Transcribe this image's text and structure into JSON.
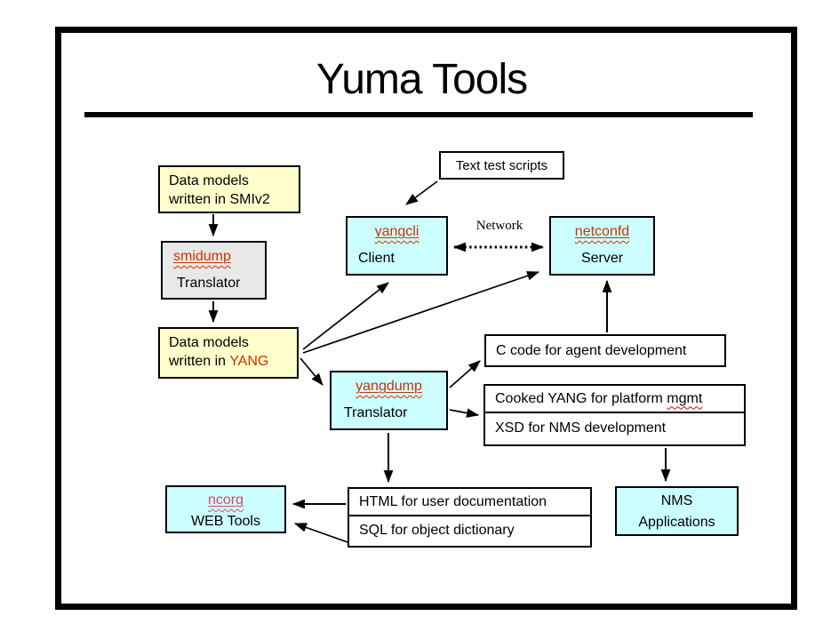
{
  "title": "Yuma Tools",
  "colors": {
    "border": "#000000",
    "box_yellow": "#ffffcc",
    "box_gray": "#e8e8e8",
    "box_cyan": "#ccffff",
    "box_white": "#ffffff",
    "link_red": "#cc3300",
    "link_pink": "#d94868",
    "spellcheck_wave": "#dd0000"
  },
  "nodes": {
    "smiv2": {
      "line1": "Data models",
      "line2": "written in SMIv2"
    },
    "smidump": {
      "name": "smidump",
      "role": "Translator"
    },
    "yang": {
      "line1": "Data models",
      "line2_prefix": "written in ",
      "line2_word": "YANG"
    },
    "test_scripts": {
      "label": "Text test scripts"
    },
    "yangcli": {
      "name": "yangcli",
      "role": "Client"
    },
    "network": {
      "label": "Network"
    },
    "netconfd": {
      "name": "netconfd",
      "role": "Server"
    },
    "yangdump": {
      "name": "yangdump",
      "role": "Translator"
    },
    "c_code": {
      "label": "C code for agent development"
    },
    "cooked_yang": {
      "prefix": "Cooked YANG for platform ",
      "misspelled_word": "mgmt"
    },
    "xsd": {
      "label": "XSD for NMS development"
    },
    "html_doc": {
      "label": "HTML for user documentation"
    },
    "sql": {
      "label": "SQL for object dictionary"
    },
    "ncorg": {
      "name": "ncorg",
      "role": "WEB Tools"
    },
    "nms": {
      "line1": "NMS",
      "line2": "Applications"
    }
  },
  "edges": [
    {
      "from": "data-models-smiv2",
      "to": "smidump",
      "style": "arrow"
    },
    {
      "from": "smidump",
      "to": "data-models-yang",
      "style": "arrow"
    },
    {
      "from": "data-models-yang",
      "to": "yangcli",
      "style": "arrow"
    },
    {
      "from": "data-models-yang",
      "to": "netconfd",
      "style": "arrow"
    },
    {
      "from": "data-models-yang",
      "to": "yangdump",
      "style": "arrow"
    },
    {
      "from": "text-test-scripts",
      "to": "yangcli",
      "style": "arrow"
    },
    {
      "from": "yangcli",
      "to": "netconfd",
      "style": "dotted-double-arrow",
      "label": "Network"
    },
    {
      "from": "yangdump",
      "to": "c-code",
      "style": "arrow"
    },
    {
      "from": "yangdump",
      "to": "cooked-yang-xsd-stack",
      "style": "arrow"
    },
    {
      "from": "c-code",
      "to": "netconfd",
      "style": "arrow"
    },
    {
      "from": "yangdump",
      "to": "html-doc",
      "style": "arrow"
    },
    {
      "from": "xsd",
      "to": "nms-applications",
      "style": "arrow"
    },
    {
      "from": "html-doc",
      "to": "ncorg",
      "style": "arrow"
    },
    {
      "from": "sql",
      "to": "ncorg",
      "style": "arrow"
    }
  ]
}
